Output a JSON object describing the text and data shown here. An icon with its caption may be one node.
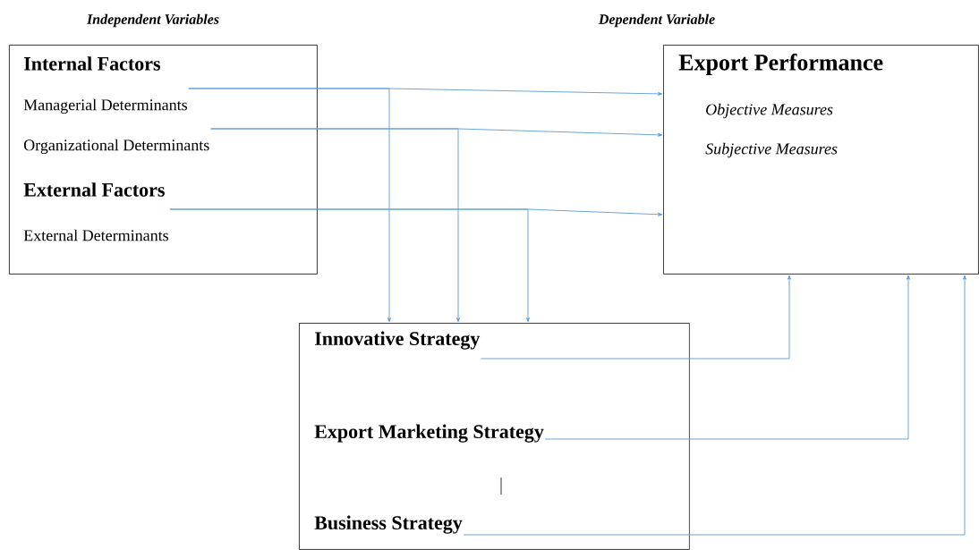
{
  "diagram": {
    "nodes": [
      {
        "text": [
          "Internal Factors",
          "External Factors"
        ]
      },
      {
        "text": [
          "Managerial Determinants"
        ],
        "in": 0
      },
      {
        "text": [
          "Organizational Determinants"
        ],
        "in": 0
      },
      {
        "text": [
          "External Determinants"
        ],
        "in": 0
      },
      {
        "text": [
          "Export Performance",
          "Objective Measures",
          "Subjective Measures"
        ]
      },
      {
        "text": [],
        "shape": "box"
      },
      {
        "text": [
          "Innovative Strategy"
        ],
        "in": 5
      },
      {
        "text": [
          "Export Marketing Strategy"
        ],
        "in": 5
      },
      {
        "text": [
          "Business Strategy"
        ],
        "in": 5
      }
    ],
    "edges": [
      {
        "from": 1,
        "to": 4,
        "arrow": "to"
      },
      {
        "from": 1,
        "to": 5,
        "arrow": "to"
      },
      {
        "from": 2,
        "to": 4,
        "arrow": "to"
      },
      {
        "from": 2,
        "to": 5,
        "arrow": "to"
      },
      {
        "from": 3,
        "to": 4,
        "arrow": "to"
      },
      {
        "from": 3,
        "to": 5,
        "arrow": "to"
      },
      {
        "from": 6,
        "to": 4,
        "arrow": "to"
      },
      {
        "from": 7,
        "to": 4,
        "arrow": "to"
      },
      {
        "from": 8,
        "to": 4,
        "arrow": "to"
      }
    ],
    "labels": [
      "Independent Variables",
      "Dependent Variable"
    ]
  }
}
